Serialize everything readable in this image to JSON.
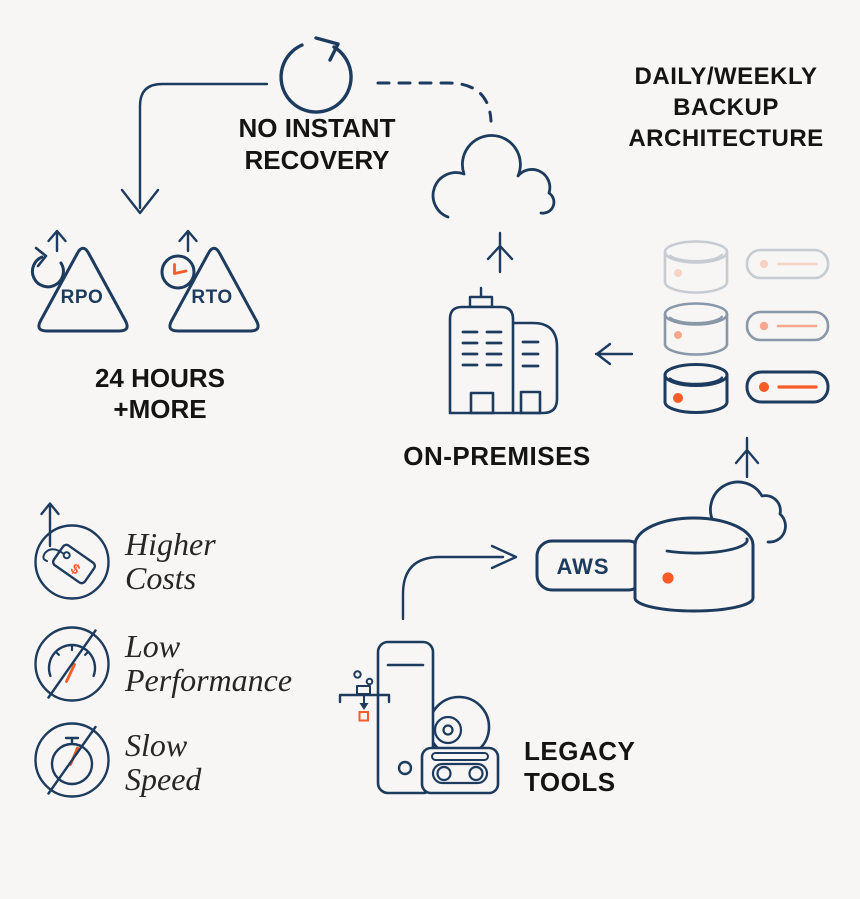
{
  "colors": {
    "navy": "#1d3b5e",
    "orange": "#f75b28",
    "ink": "#141414",
    "background": "#f7f6f4"
  },
  "title": {
    "lines": [
      "DAILY/WEEKLY",
      "BACKUP",
      "ARCHITECTURE"
    ]
  },
  "recovery": {
    "lines": [
      "NO INSTANT",
      "RECOVERY"
    ]
  },
  "objectives": {
    "rpo": "RPO",
    "rto": "RTO",
    "duration_lines": [
      "24 HOURS",
      "+MORE"
    ]
  },
  "onprem": {
    "label": "ON-PREMISES"
  },
  "backups": {
    "rows": [
      {
        "opacity": "0.22"
      },
      {
        "opacity": "0.5"
      },
      {
        "opacity": "1"
      }
    ]
  },
  "aws": {
    "label": "AWS"
  },
  "legacy": {
    "lines": [
      "LEGACY",
      "TOOLS"
    ]
  },
  "drawbacks": [
    {
      "id": "higher-costs",
      "lines": [
        "Higher",
        "Costs"
      ],
      "tag_symbol": "$",
      "icon": "price-tag-icon"
    },
    {
      "id": "low-performance",
      "lines": [
        "Low",
        "Performance"
      ],
      "icon": "no-performance-gauge-icon"
    },
    {
      "id": "slow-speed",
      "lines": [
        "Slow",
        "Speed"
      ],
      "icon": "no-speed-stopwatch-icon"
    }
  ],
  "icons": {
    "top": "refresh-icon",
    "center": "cloud-icon",
    "onprem": "buildings-icon",
    "backup_row": [
      "database-icon",
      "server-icon"
    ],
    "aws": "cloud-bucket-icon",
    "legacy": "tower-disc-tape-icon",
    "funnel": "data-funnel-icon",
    "rpo": "refresh-icon",
    "rto": "clock-icon"
  }
}
